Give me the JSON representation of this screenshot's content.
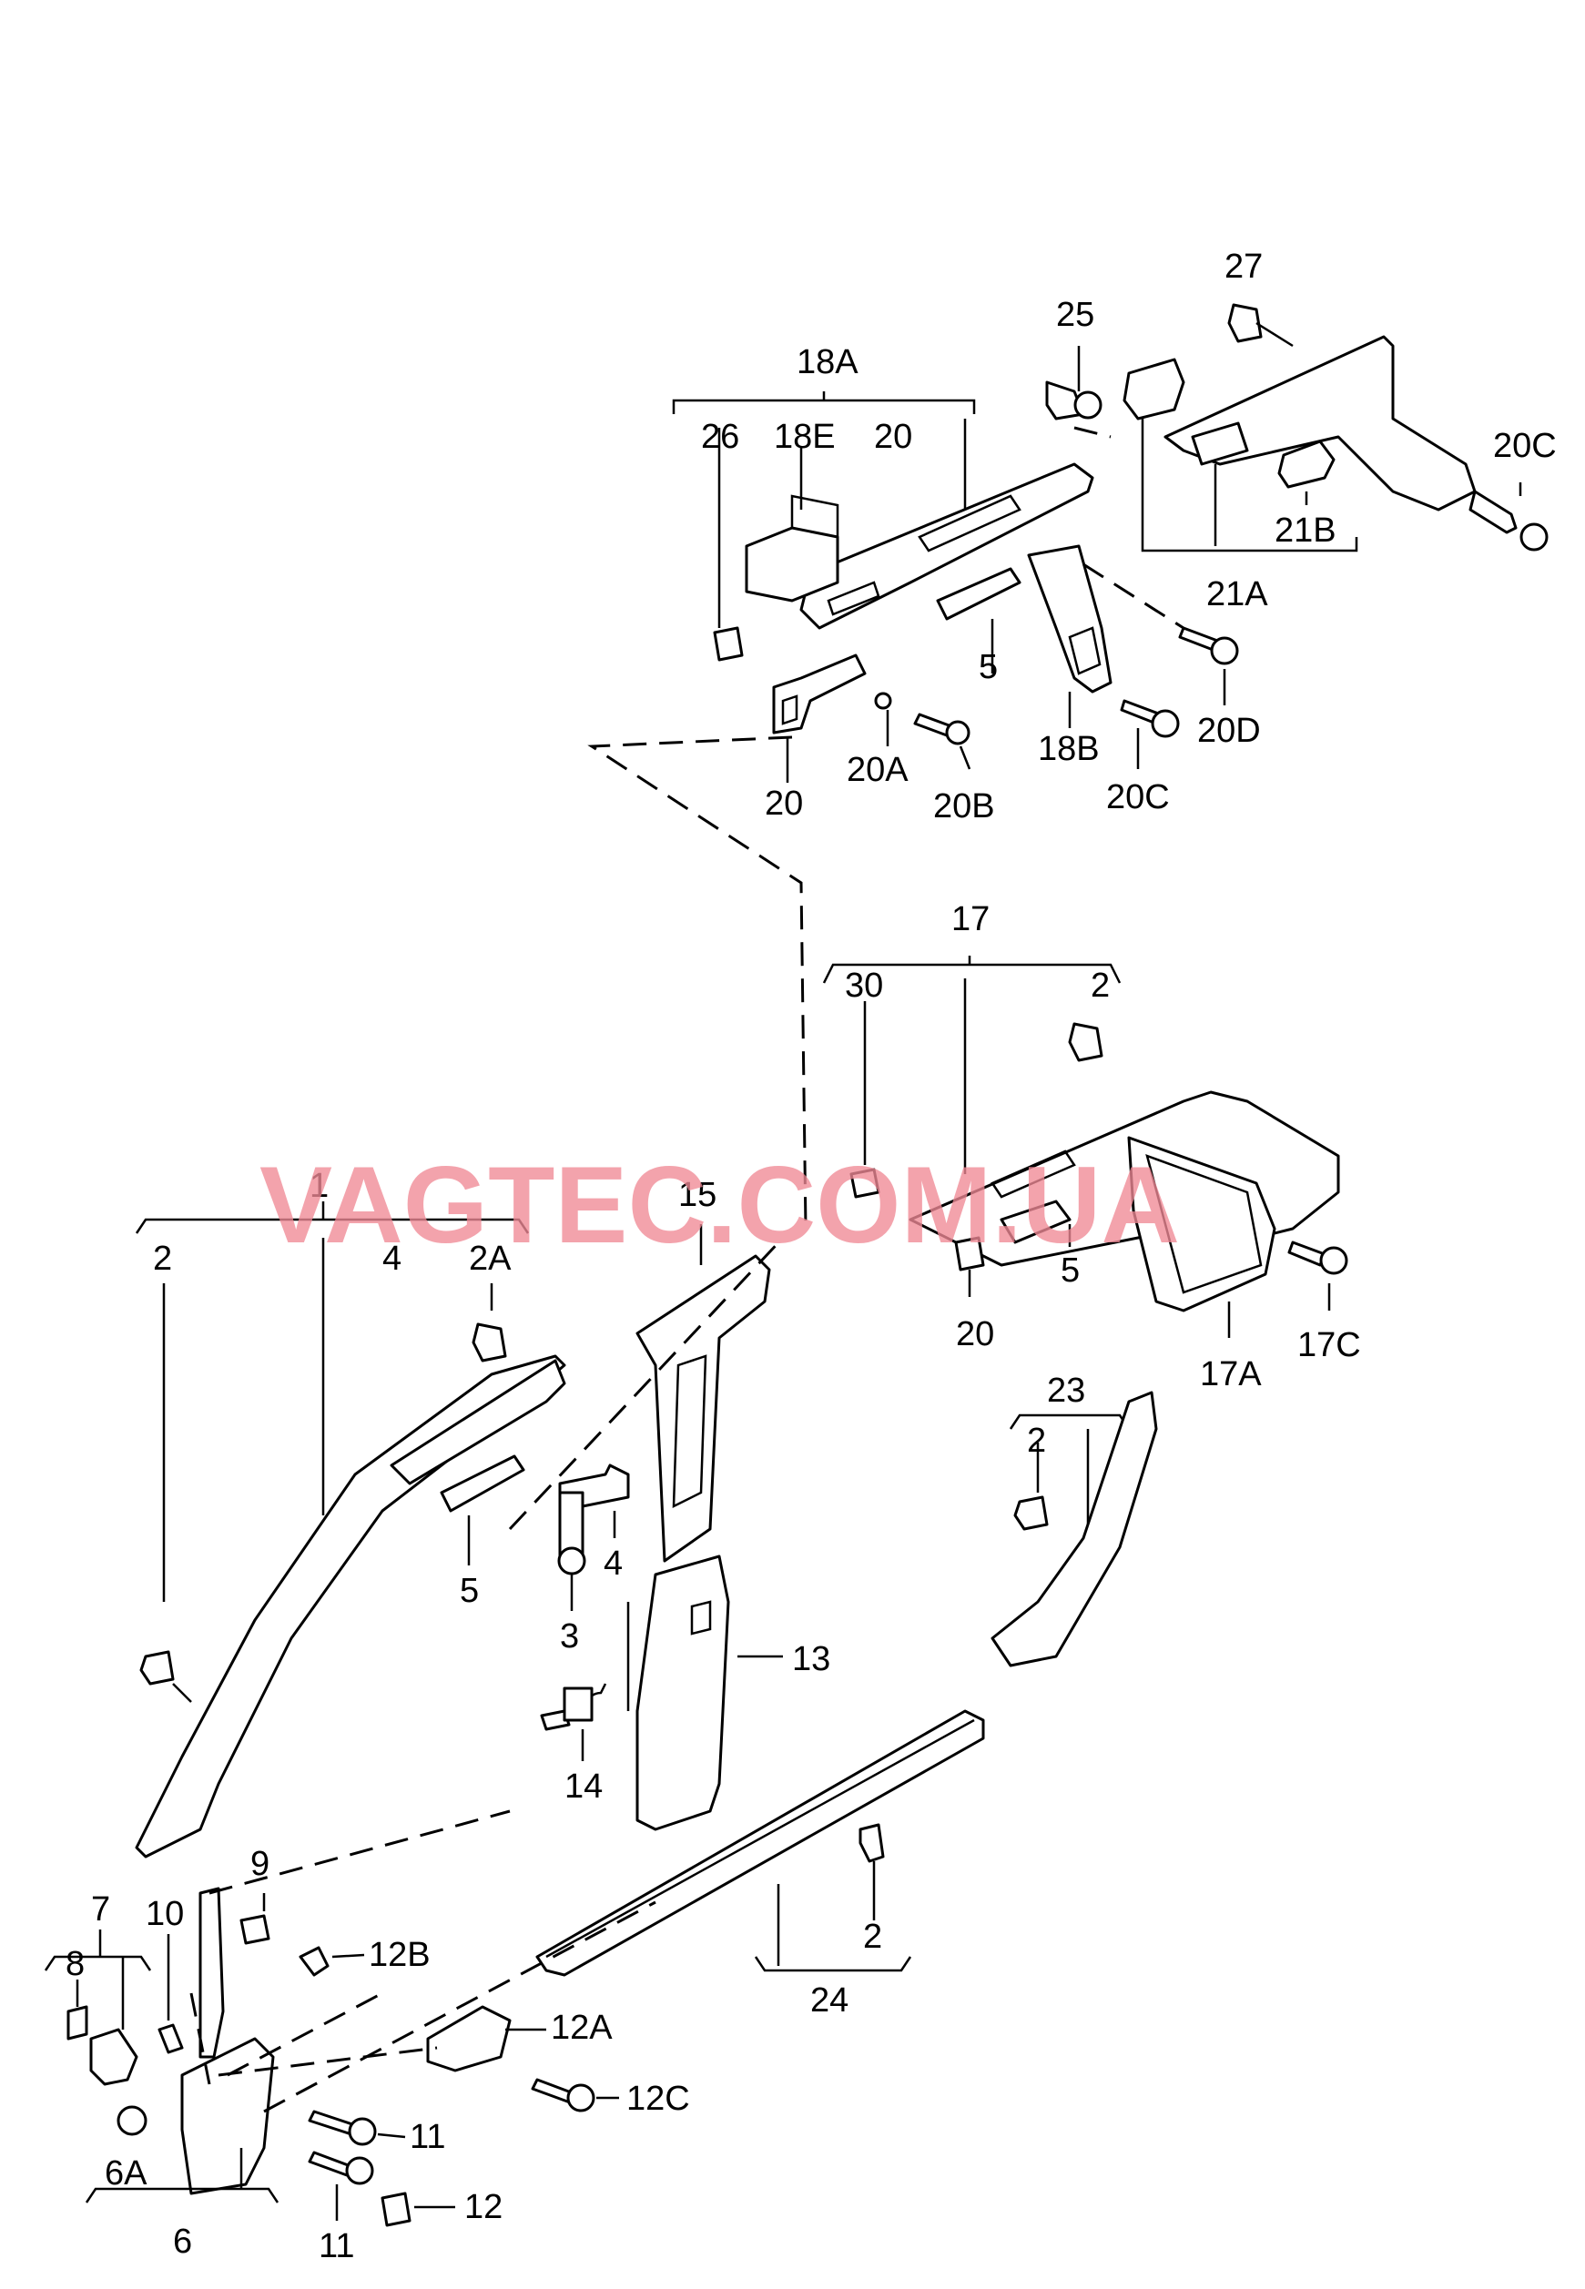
{
  "watermark": "VAGTEC.COM.UA",
  "labels": {
    "l_18A": "18A",
    "l_26": "26",
    "l_18E": "18E",
    "l_20_top": "20",
    "l_25": "25",
    "l_27": "27",
    "l_20C_a": "20C",
    "l_21B": "21B",
    "l_21A": "21A",
    "l_5_top": "5",
    "l_20D": "20D",
    "l_18B": "18B",
    "l_20C_b": "20C",
    "l_20_clip": "20",
    "l_20A": "20A",
    "l_20B": "20B",
    "l_17": "17",
    "l_30": "30",
    "l_2_r": "2",
    "l_15": "15",
    "l_20_mid": "20",
    "l_5_mid": "5",
    "l_17A": "17A",
    "l_17C": "17C",
    "l_1": "1",
    "l_2_l": "2",
    "l_4_a": "4",
    "l_2A": "2A",
    "l_4_b": "4",
    "l_5_low": "5",
    "l_3": "3",
    "l_13": "13",
    "l_14": "14",
    "l_23": "23",
    "l_2_c": "2",
    "l_9": "9",
    "l_10": "10",
    "l_12B": "12B",
    "l_7": "7",
    "l_8": "8",
    "l_12A": "12A",
    "l_12C": "12C",
    "l_11_a": "11",
    "l_11_b": "11",
    "l_12": "12",
    "l_6A": "6A",
    "l_6": "6",
    "l_2_b": "2",
    "l_24": "24"
  }
}
